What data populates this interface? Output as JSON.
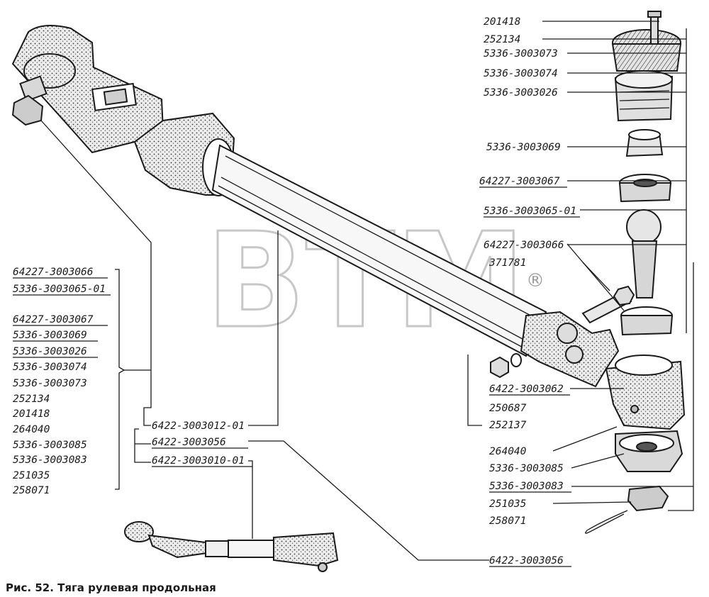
{
  "caption": "Рис. 52. Тяга рулевая продольная",
  "watermark": {
    "text": "BTM",
    "mark": "®"
  },
  "left_group": [
    {
      "text": "64227-3003066",
      "underline": true
    },
    {
      "text": "5336-3003065-01",
      "underline": true
    },
    {
      "text": "64227-3003067",
      "underline": true
    },
    {
      "text": "5336-3003069",
      "underline": true
    },
    {
      "text": "5336-3003026",
      "underline": true
    },
    {
      "text": "5336-3003074",
      "underline": false
    },
    {
      "text": "5336-3003073",
      "underline": false
    },
    {
      "text": "252134",
      "underline": false
    },
    {
      "text": "201418",
      "underline": false
    },
    {
      "text": "264040",
      "underline": false
    },
    {
      "text": "5336-3003085",
      "underline": false
    },
    {
      "text": "5336-3003083",
      "underline": false
    },
    {
      "text": "251035",
      "underline": false
    },
    {
      "text": "258071",
      "underline": false
    }
  ],
  "center_labels": [
    {
      "text": "6422-3003012-01"
    },
    {
      "text": "6422-3003056"
    },
    {
      "text": "6422-3003010-01"
    }
  ],
  "right_labels": [
    {
      "text": "201418"
    },
    {
      "text": "252134"
    },
    {
      "text": "5336-3003073"
    },
    {
      "text": "5336-3003074"
    },
    {
      "text": "5336-3003026"
    },
    {
      "text": "5336-3003069"
    },
    {
      "text": "64227-3003067"
    },
    {
      "text": "5336-3003065-01"
    },
    {
      "text": "64227-3003066"
    },
    {
      "text": "371781"
    },
    {
      "text": "6422-3003062"
    },
    {
      "text": "250687"
    },
    {
      "text": "252137"
    },
    {
      "text": "264040"
    },
    {
      "text": "5336-3003085"
    },
    {
      "text": "5336-3003083"
    },
    {
      "text": "251035"
    },
    {
      "text": "258071"
    },
    {
      "text": "6422-3003056"
    }
  ]
}
